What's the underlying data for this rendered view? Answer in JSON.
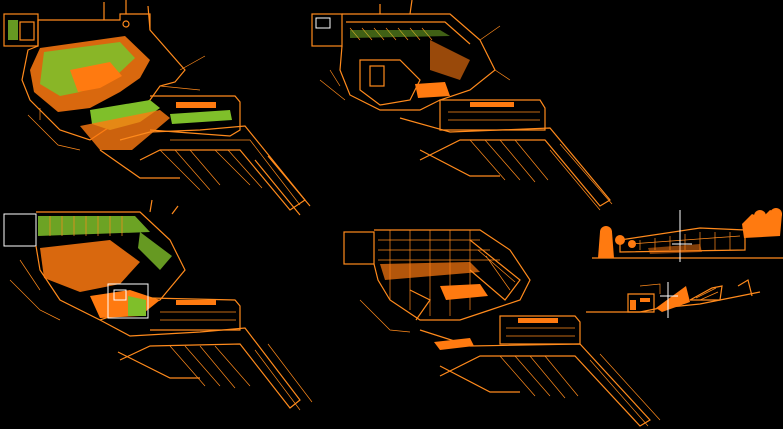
{
  "drawing": {
    "background": "#000000",
    "colors": {
      "primary_line": "#ff8a1c",
      "solid_fill": "#ff7a10",
      "landscape": "#7fbf2a",
      "highlight": "#ffffff",
      "accent": "#ffd21a"
    },
    "views": [
      {
        "id": "plan-ground-floor",
        "kind": "floor plan",
        "has_landscaping": true
      },
      {
        "id": "plan-upper-floor",
        "kind": "floor plan",
        "has_landscaping": false
      },
      {
        "id": "plan-level-1",
        "kind": "floor plan",
        "has_landscaping": true
      },
      {
        "id": "plan-roof",
        "kind": "floor plan",
        "has_landscaping": false
      },
      {
        "id": "elevation",
        "kind": "elevation"
      },
      {
        "id": "section",
        "kind": "section"
      }
    ]
  }
}
